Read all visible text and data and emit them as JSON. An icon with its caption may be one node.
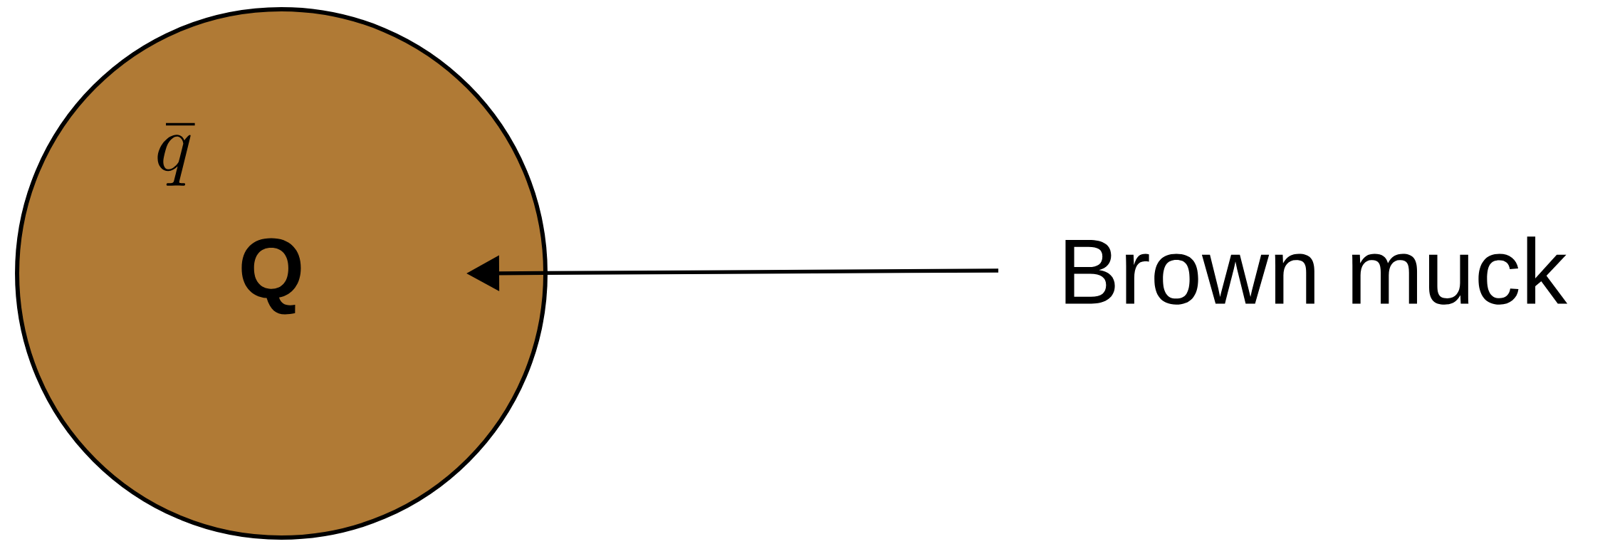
{
  "diagram": {
    "nodes": [
      {
        "text": [
          "\\bar{q}",
          "Q"
        ]
      },
      {
        "text": [
          "Brown muck"
        ]
      }
    ],
    "edges": [
      {
        "from": 1,
        "to": 0,
        "arrow": "to"
      }
    ]
  }
}
